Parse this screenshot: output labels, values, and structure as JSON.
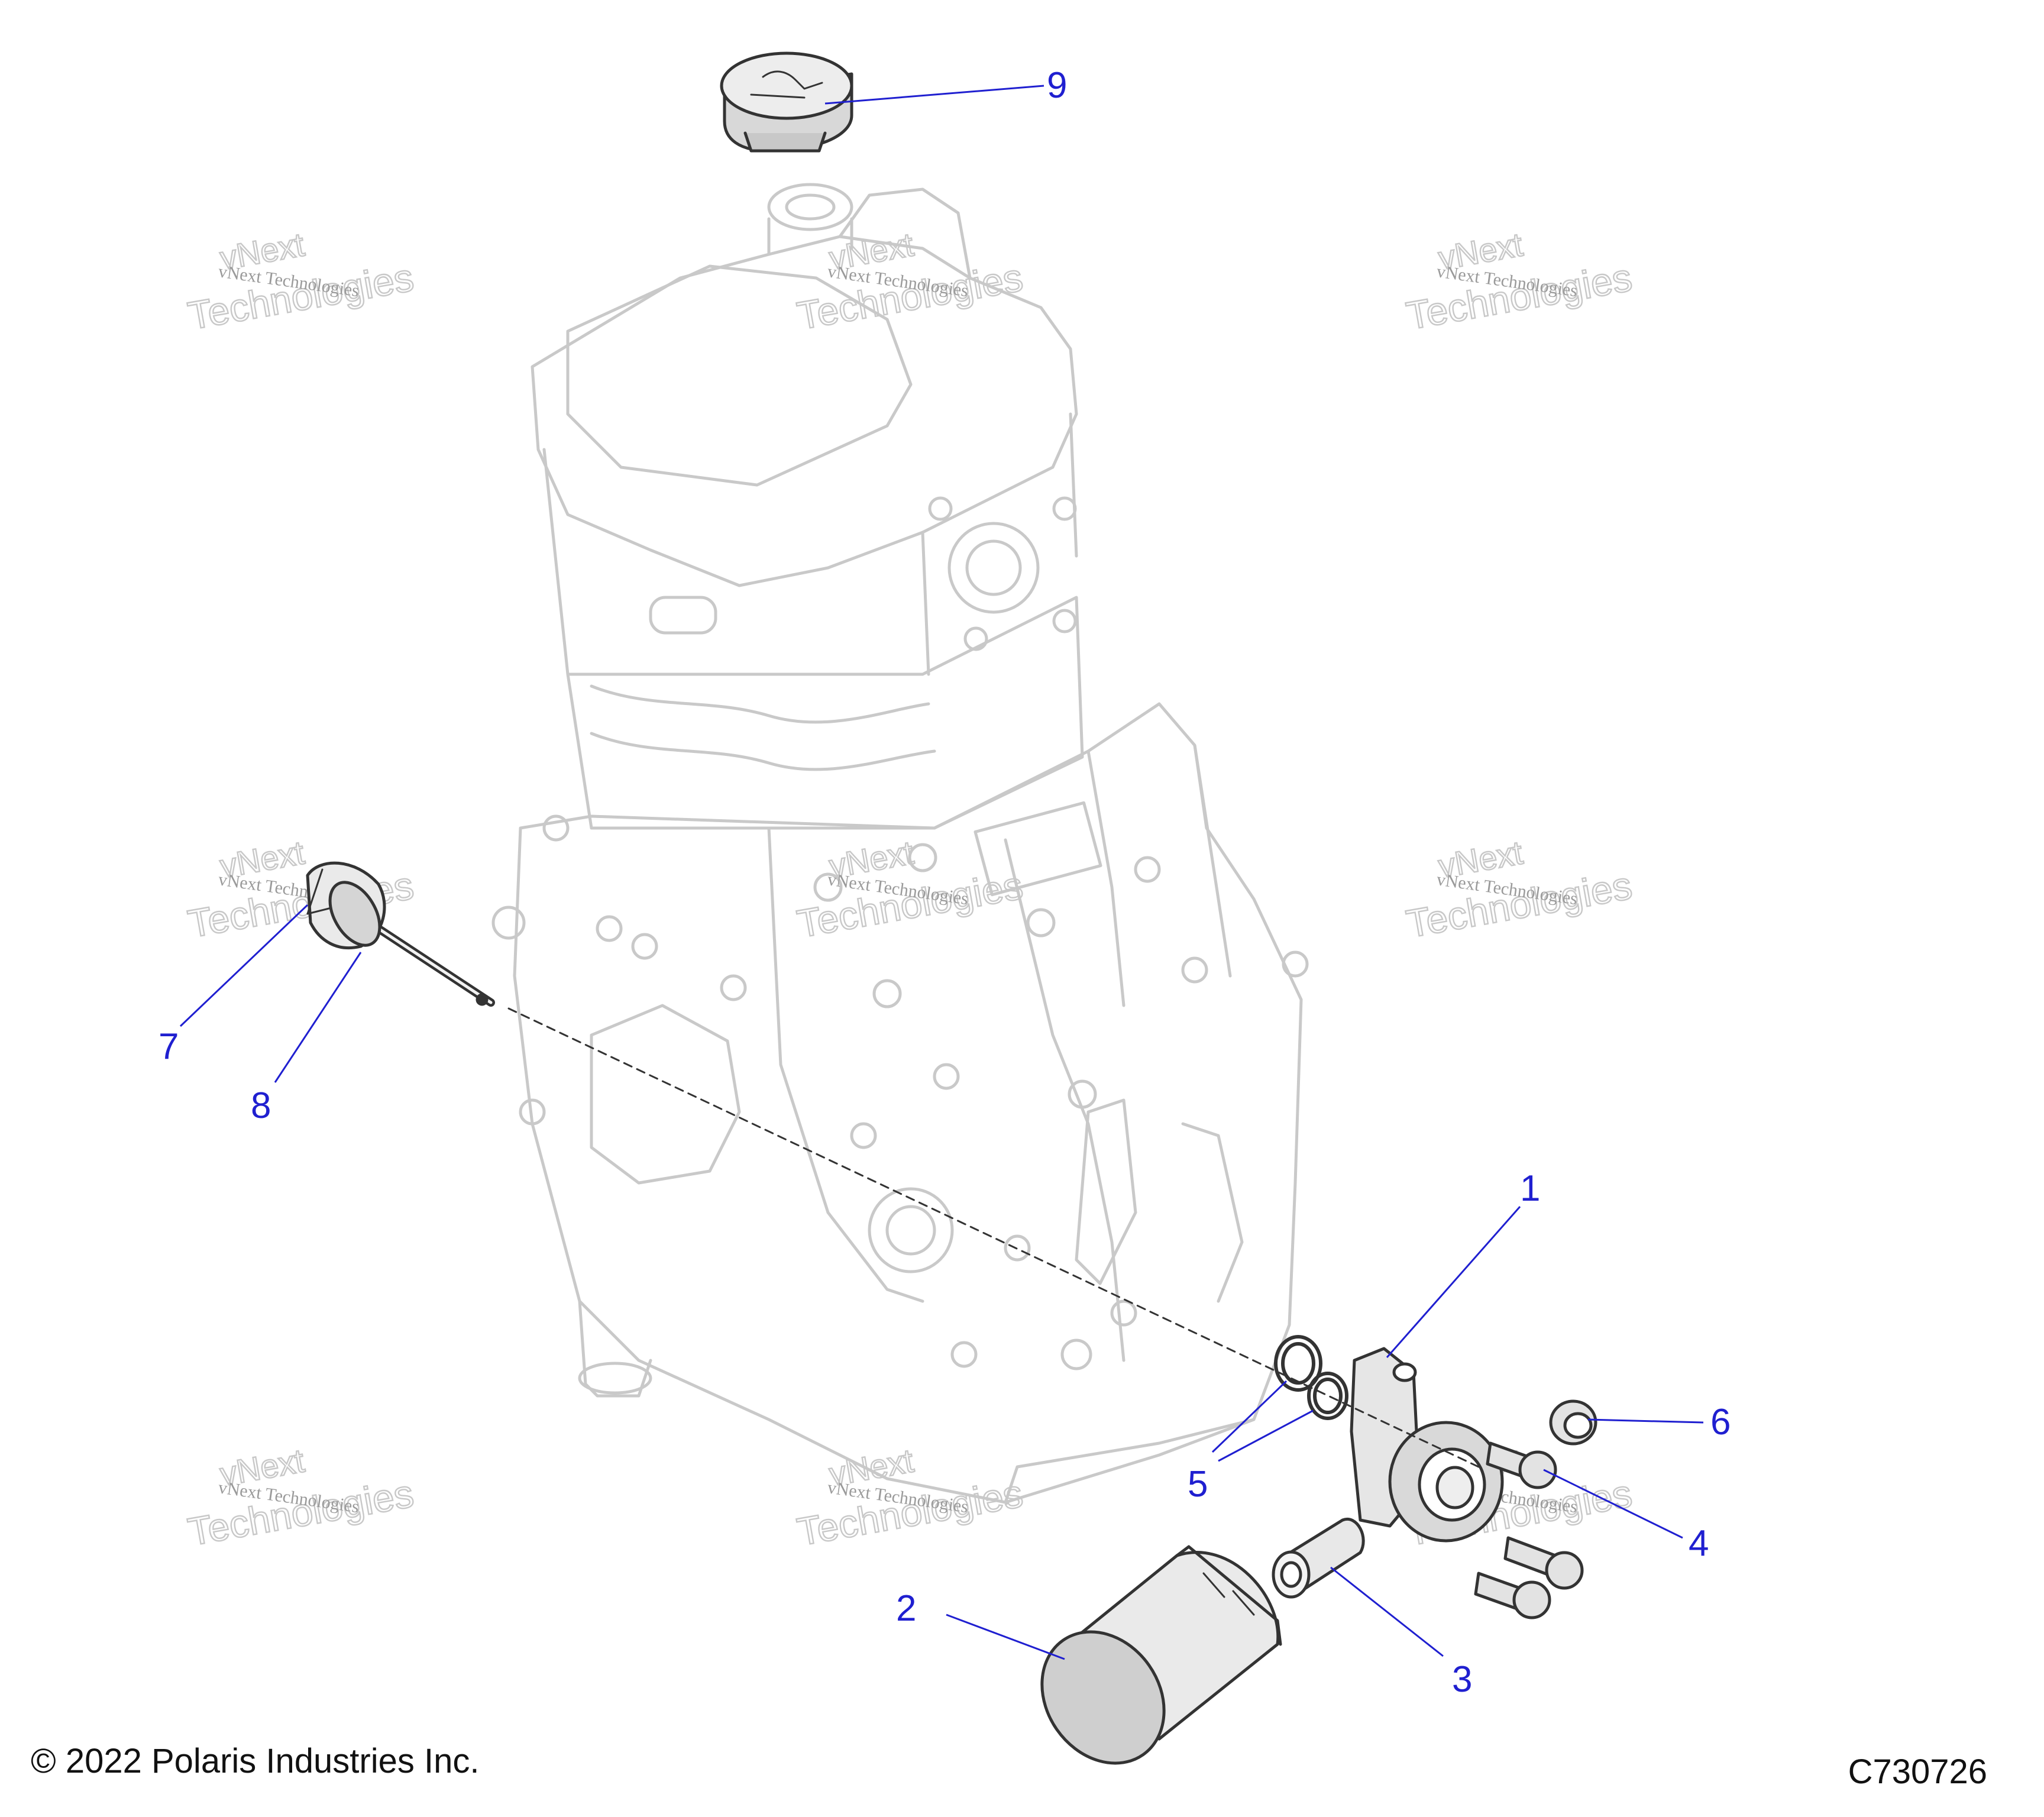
{
  "colors": {
    "callout": "#1f1fd0",
    "engine_stroke": "#c9c9c9",
    "part_stroke": "#333333",
    "part_fill": "#e4e4e4"
  },
  "callouts": [
    {
      "number": "1"
    },
    {
      "number": "2"
    },
    {
      "number": "3"
    },
    {
      "number": "4"
    },
    {
      "number": "5"
    },
    {
      "number": "6"
    },
    {
      "number": "7"
    },
    {
      "number": "8"
    },
    {
      "number": "9"
    }
  ],
  "watermark": {
    "line1": "vNext Technologies",
    "line2": "vNext",
    "line3": "Technologies"
  },
  "footer": {
    "copyright": "© 2022 Polaris Industries Inc.",
    "code": "C730726"
  }
}
